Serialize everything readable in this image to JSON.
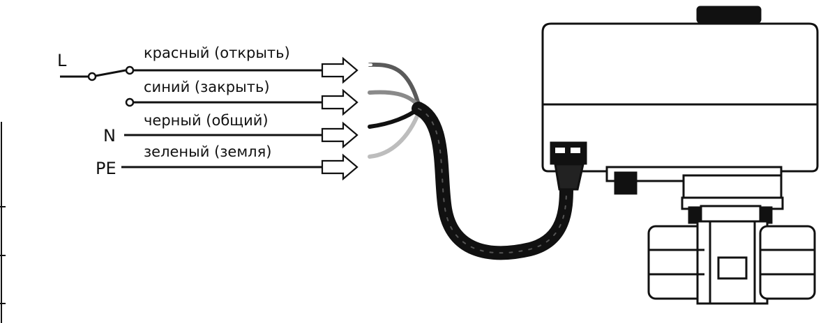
{
  "terminals": {
    "line": "L",
    "neutral": "N",
    "earth": "PE"
  },
  "wires": [
    {
      "label": "красный (открыть)",
      "color": "#5a5a5a"
    },
    {
      "label": "синий (закрыть)",
      "color": "#8a8a8a"
    },
    {
      "label": "черный (общий)",
      "color": "#111111"
    },
    {
      "label": "зеленый (земля)",
      "color": "#bdbdbd"
    }
  ],
  "colors": {
    "line": "#111111",
    "actuator_body": "#ffffff",
    "cable": "#111111"
  },
  "icons": [
    "switch-icon",
    "arrow-icon",
    "electric-actuator-icon",
    "ball-valve-icon"
  ]
}
